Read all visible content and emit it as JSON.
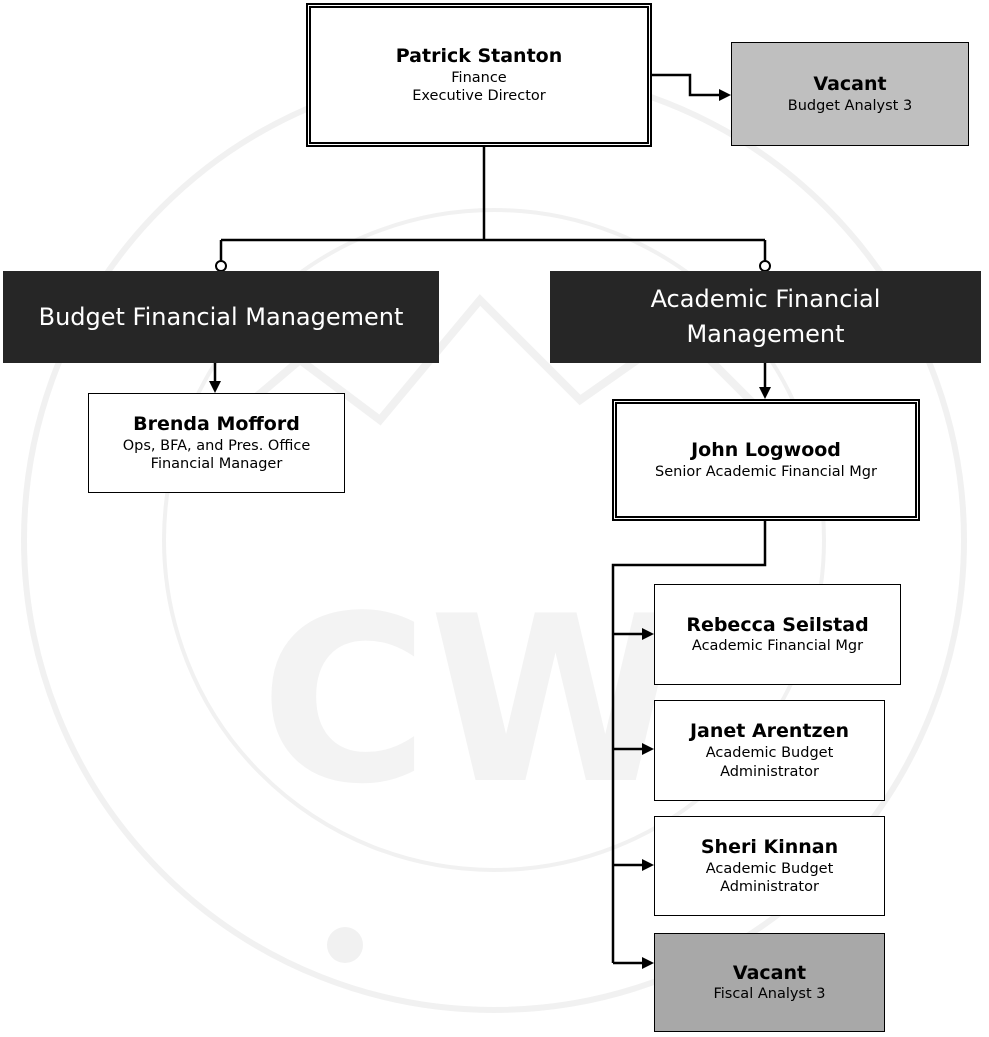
{
  "watermark_color": "#f1f1f1",
  "line_color": "#000000",
  "nodes": {
    "director": {
      "name": "Patrick Stanton",
      "line1": "Finance",
      "line2": "Executive Director"
    },
    "analyst": {
      "name": "Vacant",
      "line1": "Budget Analyst 3"
    },
    "dept_budget": {
      "label": "Budget Financial Management"
    },
    "dept_academic": {
      "label": "Academic Financial Management"
    },
    "brenda": {
      "name": "Brenda Mofford",
      "line1": "Ops, BFA, and Pres. Office",
      "line2": "Financial Manager"
    },
    "john": {
      "name": "John Logwood",
      "line1": "Senior Academic Financial Mgr"
    },
    "rebecca": {
      "name": "Rebecca Seilstad",
      "line1": "Academic Financial Mgr"
    },
    "janet": {
      "name": "Janet Arentzen",
      "line1": "Academic Budget",
      "line2": "Administrator"
    },
    "sheri": {
      "name": "Sheri Kinnan",
      "line1": "Academic Budget",
      "line2": "Administrator"
    },
    "fiscal": {
      "name": "Vacant",
      "line1": "Fiscal Analyst 3"
    }
  }
}
